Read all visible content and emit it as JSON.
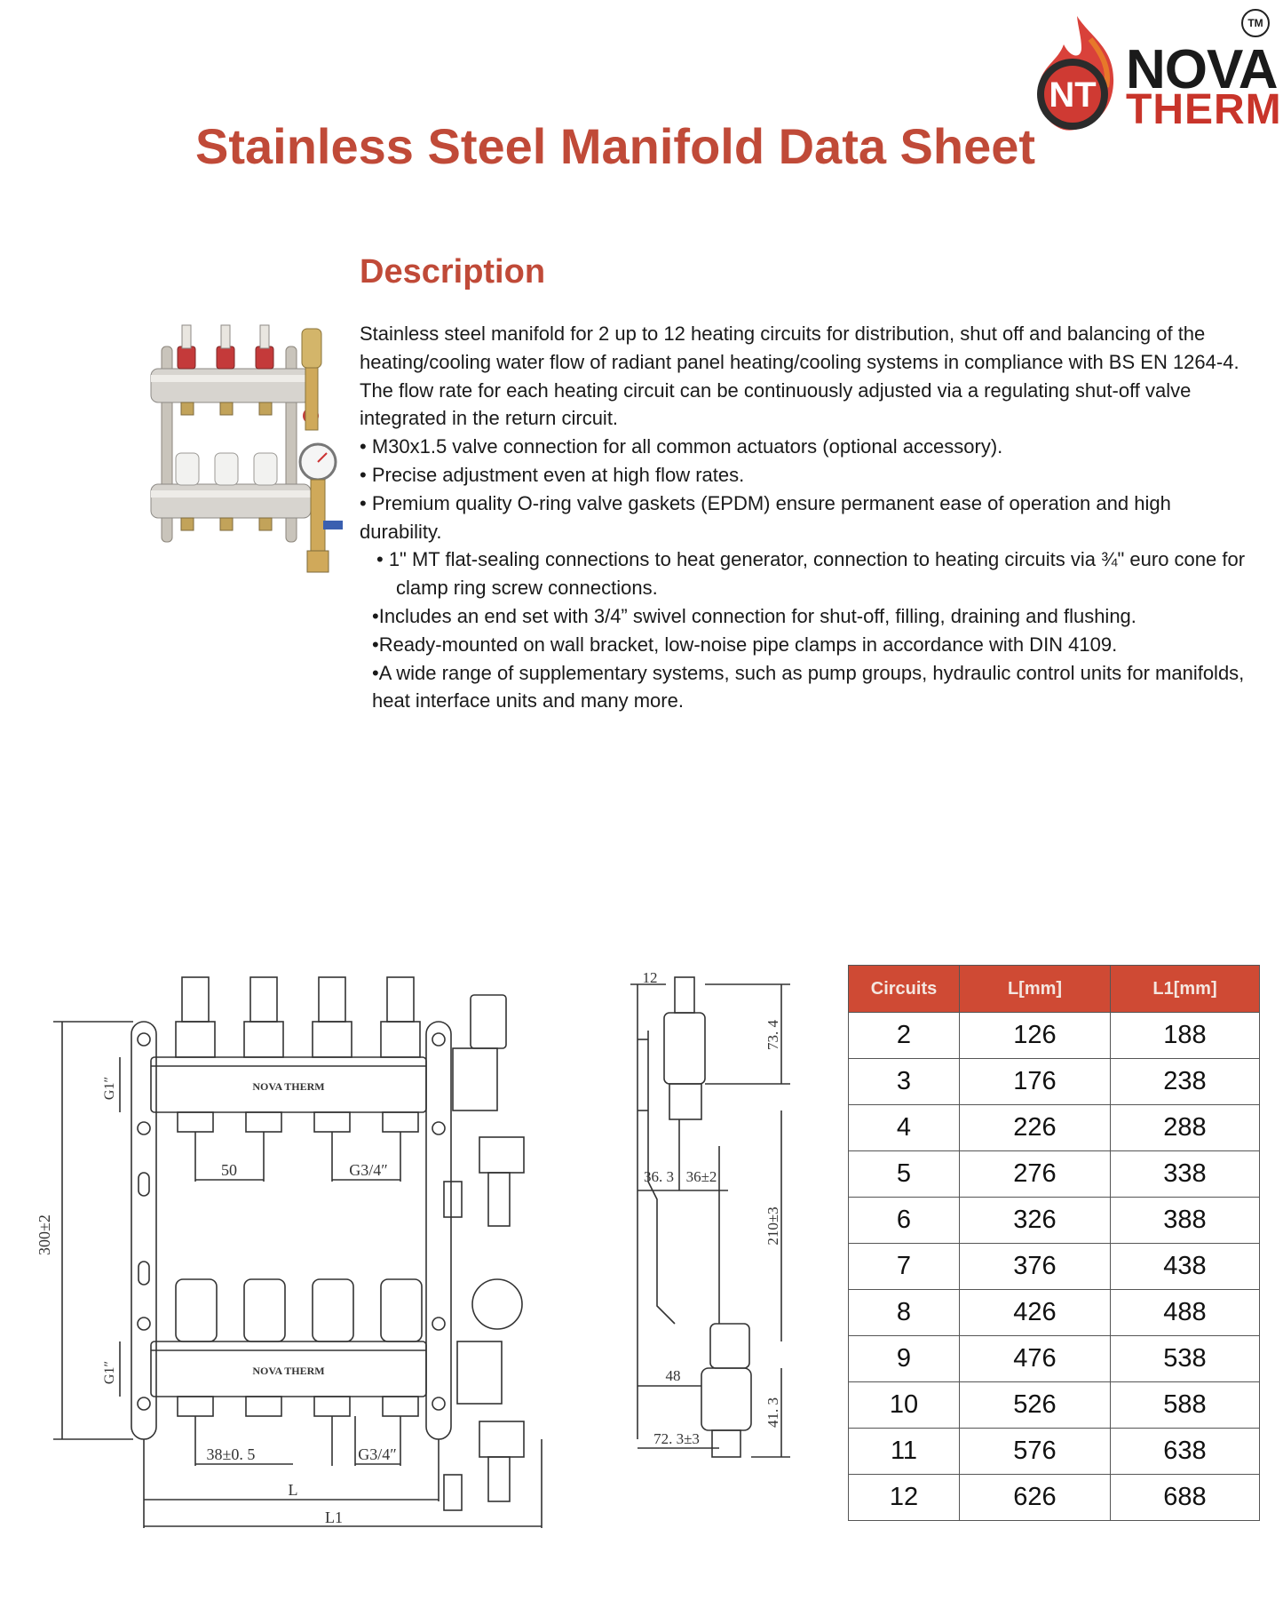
{
  "brand": {
    "trademark": "TM",
    "logo_letters": "NT",
    "name_line1": "NOVA",
    "name_line2": "THERM"
  },
  "title": "Stainless Steel Manifold Data Sheet",
  "description": {
    "heading": "Description",
    "intro": "Stainless steel manifold for 2 up to 12 heating circuits for distribution, shut off and balancing of the heating/cooling water flow of radiant panel heating/cooling systems in compliance with BS EN 1264-4. The flow rate for each heating circuit can be continuously adjusted via a regulating shut-off valve integrated in the return circuit.",
    "bullets": [
      "• M30x1.5 valve connection for all common actuators (optional accessory).",
      "• Precise adjustment even at high flow rates.",
      "• Premium quality O-ring valve gaskets (EPDM) ensure permanent ease of operation and high durability.",
      "• 1\" MT flat-sealing connections to heat generator, connection to heating circuits via ¾\" euro cone for clamp ring screw connections.",
      "•Includes an end set with 3/4” swivel connection for shut-off, filling, draining  and flushing.",
      "•Ready-mounted on wall bracket, low-noise pipe clamps in accordance with DIN 4109.",
      "•A wide range of supplementary systems, such as pump groups, hydraulic control units for manifolds, heat interface units and many more."
    ]
  },
  "drawing_front": {
    "height_label": "300±2",
    "g1_top": "G1″",
    "g1_bottom": "G1″",
    "spacing_top": "50",
    "spacing_bottom": "38±0. 5",
    "thread_top": "G3/4″",
    "thread_bottom": "G3/4″",
    "length_l": "L",
    "length_l1": "L1",
    "plate_brand": "NOVA THERM"
  },
  "drawing_side": {
    "dim_12": "12",
    "dim_73_4": "73. 4",
    "dim_36_3": "36. 3",
    "dim_36_2": "36±2",
    "dim_210": "210±3",
    "dim_48": "48",
    "dim_41_3": "41. 3",
    "dim_72_3": "72. 3±3"
  },
  "table": {
    "headers": [
      "Circuits",
      "L[mm]",
      "L1[mm]"
    ],
    "rows": [
      [
        "2",
        "126",
        "188"
      ],
      [
        "3",
        "176",
        "238"
      ],
      [
        "4",
        "226",
        "288"
      ],
      [
        "5",
        "276",
        "338"
      ],
      [
        "6",
        "326",
        "388"
      ],
      [
        "7",
        "376",
        "438"
      ],
      [
        "8",
        "426",
        "488"
      ],
      [
        "9",
        "476",
        "538"
      ],
      [
        "10",
        "526",
        "588"
      ],
      [
        "11",
        "576",
        "638"
      ],
      [
        "12",
        "626",
        "688"
      ]
    ]
  },
  "colors": {
    "title_red": "#c04a38",
    "header_red": "#cf4a34",
    "brand_red": "#c8342a"
  }
}
